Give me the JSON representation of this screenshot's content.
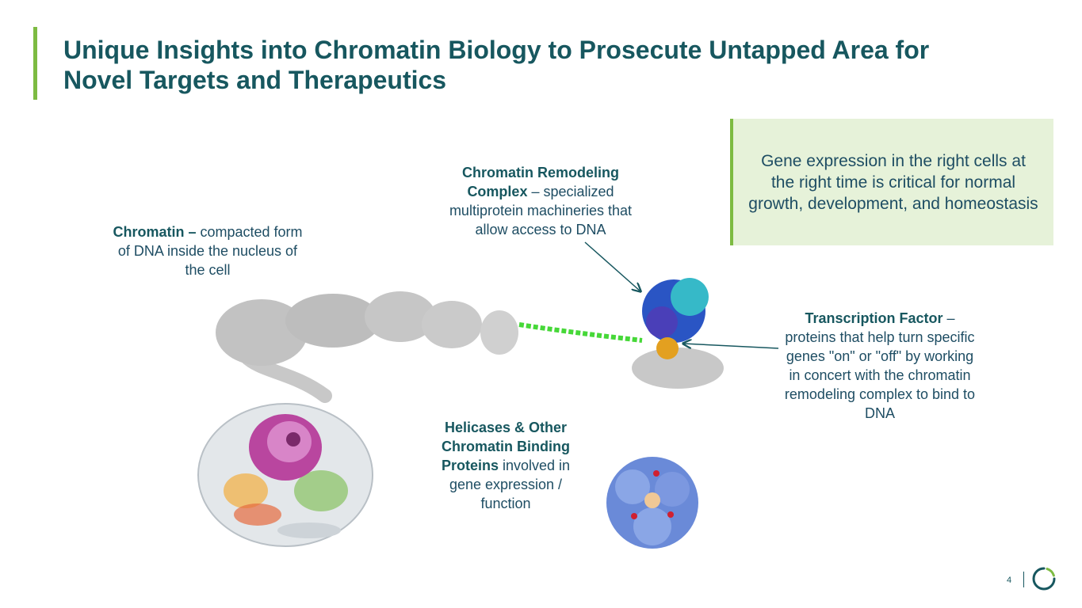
{
  "title": "Unique Insights into Chromatin Biology to Prosecute Untapped Area for Novel Targets and Therapeutics",
  "callout": "Gene expression in the right cells at the right time is critical for normal growth, development, and homeostasis",
  "labels": {
    "chromatin": {
      "bold": "Chromatin –",
      "text": " compacted form of DNA inside the nucleus of the cell"
    },
    "remodeling": {
      "bold": "Chromatin Remodeling Complex",
      "text": " – specialized multiprotein machineries that allow access to DNA"
    },
    "transcription": {
      "bold": "Transcription Factor",
      "text": " – proteins that help turn specific genes \"on\" or \"off\" by working in concert with the chromatin remodeling complex to bind to DNA"
    },
    "helicase": {
      "bold": "Helicases & Other Chromatin Binding Proteins",
      "text": " involved in gene expression / function"
    }
  },
  "page_number": "4",
  "colors": {
    "title": "#17575f",
    "accent_green": "#7dbb42",
    "callout_bg": "#e6f2d9",
    "body_text": "#1e4d63"
  },
  "illustrations": [
    "cell-illustration",
    "chromatin-fiber-illustration",
    "remodeling-complex-illustration",
    "helicase-protein-illustration"
  ]
}
